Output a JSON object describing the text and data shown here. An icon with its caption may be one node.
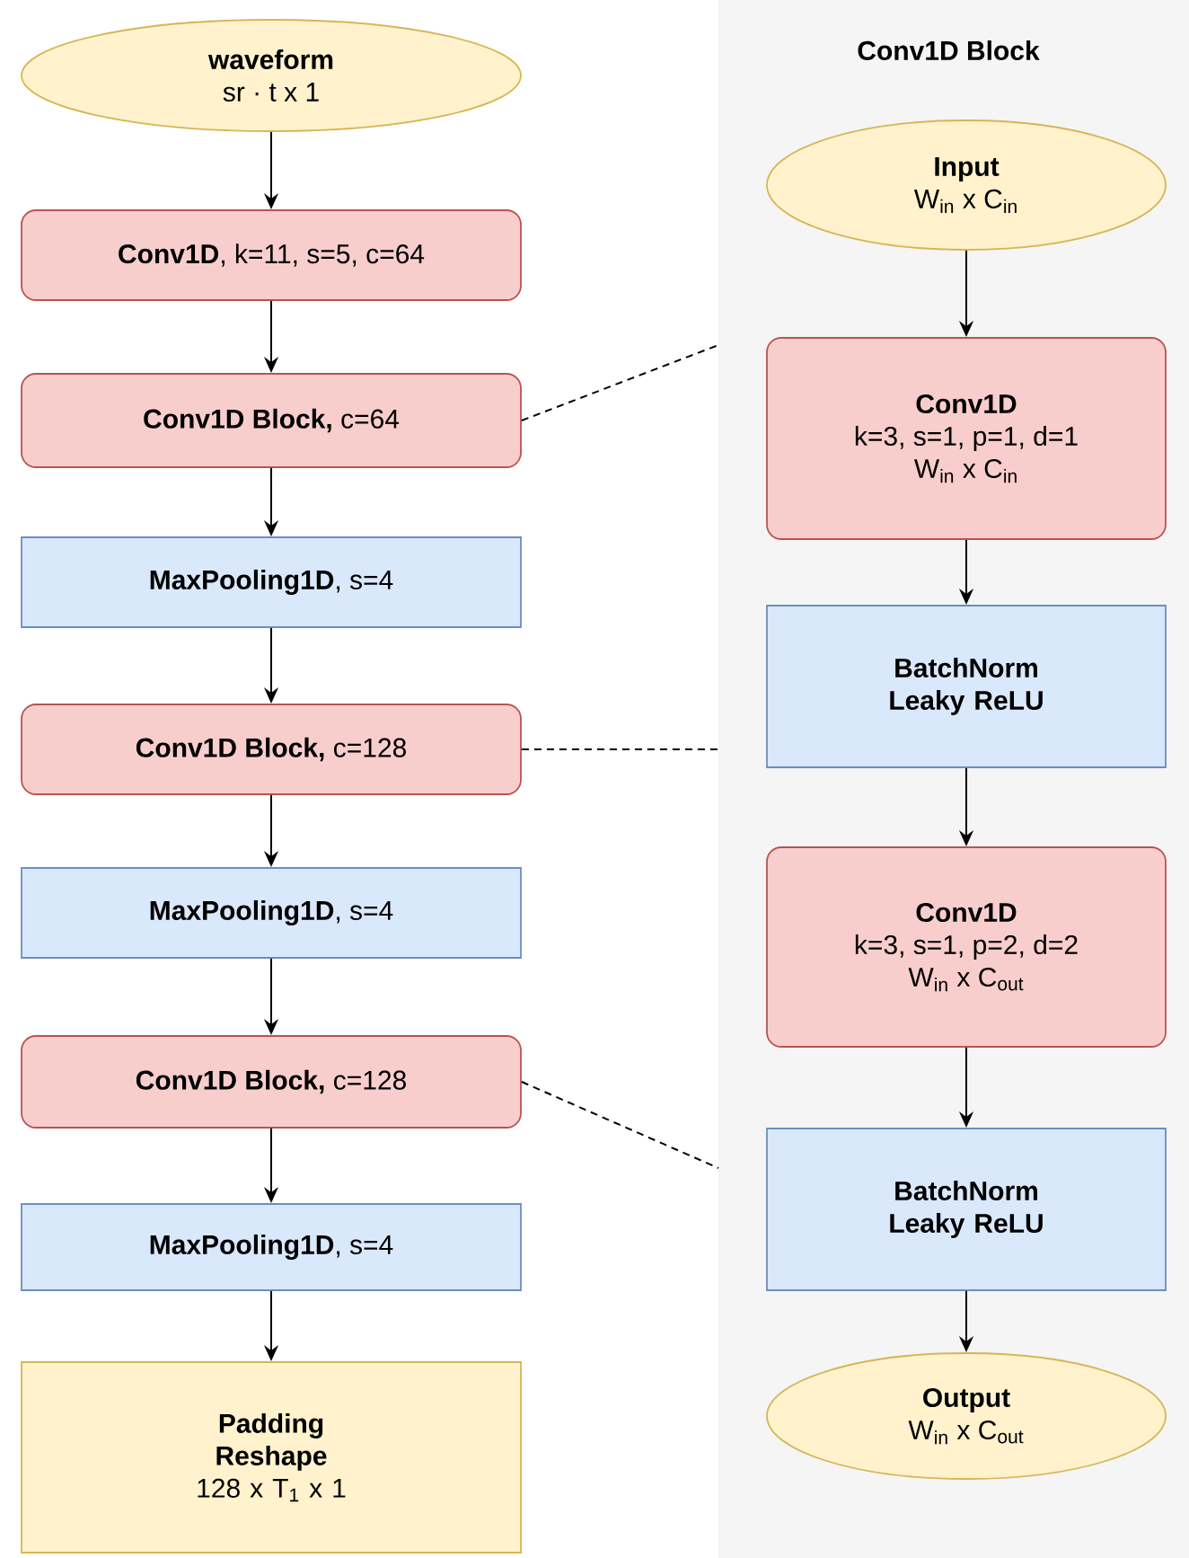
{
  "diagram": {
    "nodes": [
      {
        "text": [
          "waveform",
          "sr · t x 1"
        ]
      },
      {
        "text": [
          "**Conv1D**, k=11, s=5, c=64"
        ]
      },
      {
        "text": [
          "**Conv1D Block,** c=64"
        ]
      },
      {
        "text": [
          "**MaxPooling1D**, s=4"
        ]
      },
      {
        "text": [
          "**Conv1D Block,** c=128"
        ]
      },
      {
        "text": [
          "**MaxPooling1D**, s=4"
        ]
      },
      {
        "text": [
          "**Conv1D Block,** c=128"
        ]
      },
      {
        "text": [
          "**MaxPooling1D**, s=4"
        ]
      },
      {
        "text": [
          "Padding Reshape",
          "128 x T$_{1}$ x 1"
        ]
      },
      {
        "text": [
          "Conv1D Block"
        ]
      },
      {
        "text": [
          "Input",
          "W$_{in}$ x C$_{in}$"
        ],
        "in": 9
      },
      {
        "text": [
          "Conv1D",
          "k=3, s=1, p=1, d=1",
          "W$_{in}$ x C$_{in}$"
        ],
        "in": 9
      },
      {
        "text": [
          "BatchNorm Leaky ReLU"
        ],
        "in": 9
      },
      {
        "text": [
          "Conv1D",
          "k=3, s=1, p=2, d=2",
          "W$_{in}$ x C$_{out}$"
        ],
        "in": 9
      },
      {
        "text": [
          "BatchNorm Leaky ReLU"
        ],
        "in": 9
      },
      {
        "text": [
          "Output",
          "W$_{in}$ x C$_{out}$"
        ],
        "in": 9
      }
    ],
    "edges": [
      {
        "from": 0,
        "to": 1,
        "arrow": "to"
      },
      {
        "from": 1,
        "to": 2,
        "arrow": "to"
      },
      {
        "from": 2,
        "to": 3,
        "arrow": "to"
      },
      {
        "from": 3,
        "to": 4,
        "arrow": "to"
      },
      {
        "from": 4,
        "to": 5,
        "arrow": "to"
      },
      {
        "from": 5,
        "to": 6,
        "arrow": "to"
      },
      {
        "from": 6,
        "to": 7,
        "arrow": "to"
      },
      {
        "from": 7,
        "to": 8,
        "arrow": "to"
      },
      {
        "from": 10,
        "to": 11,
        "arrow": "to"
      },
      {
        "from": 11,
        "to": 12,
        "arrow": "to"
      },
      {
        "from": 12,
        "to": 13,
        "arrow": "to"
      },
      {
        "from": 13,
        "to": 14,
        "arrow": "to"
      },
      {
        "from": 14,
        "to": 15,
        "arrow": "to"
      },
      {
        "from": 2,
        "to": 9,
        "arrow": "none",
        "style": "dashed"
      },
      {
        "from": 4,
        "to": 9,
        "arrow": "none",
        "style": "dashed"
      },
      {
        "from": 6,
        "to": 9,
        "arrow": "none",
        "style": "dashed"
      }
    ]
  }
}
